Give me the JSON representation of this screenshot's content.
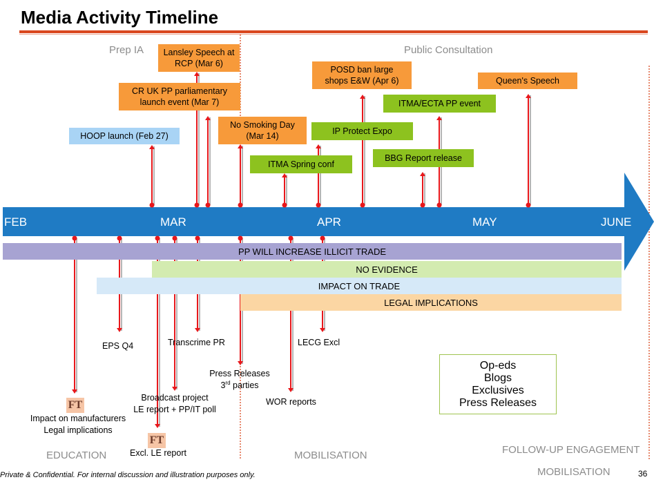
{
  "title": "Media Activity Timeline",
  "phases": {
    "prep_ia": "Prep IA",
    "public_consultation": "Public Consultation",
    "education": "EDUCATION",
    "mobilisation": "MOBILISATION",
    "follow_up": "FOLLOW-UP ENGAGEMENT",
    "mobilisation2": "MOBILISATION"
  },
  "months": [
    "FEB",
    "MAR",
    "APR",
    "MAY",
    "JUNE"
  ],
  "events_above": [
    {
      "label": "HOOP launch (Feb 27)",
      "color": "#a9d4f5"
    },
    {
      "label": "CR UK PP parliamentary launch event (Mar 7)",
      "color": "#f79a3a"
    },
    {
      "label": "Lansley Speech at RCP (Mar 6)",
      "color": "#f79a3a"
    },
    {
      "label": "No Smoking Day (Mar 14)",
      "color": "#f79a3a"
    },
    {
      "label": "ITMA Spring conf",
      "color": "#8dc21f"
    },
    {
      "label": "IP Protect Expo",
      "color": "#8dc21f"
    },
    {
      "label": "POSD ban large shops E&W (Apr 6)",
      "color": "#f79a3a"
    },
    {
      "label": "BBG Report release",
      "color": "#8dc21f"
    },
    {
      "label": "ITMA/ECTA PP event",
      "color": "#8dc21f"
    },
    {
      "label": "Queen's Speech",
      "color": "#f79a3a"
    }
  ],
  "bands": [
    {
      "label": "PP WILL INCREASE ILLICIT TRADE",
      "color": "#a7a3d2"
    },
    {
      "label": "NO EVIDENCE",
      "color": "#d3ebb0"
    },
    {
      "label": "IMPACT ON TRADE",
      "color": "#d6e9f8"
    },
    {
      "label": "LEGAL IMPLICATIONS",
      "color": "#fbd6a3"
    }
  ],
  "events_below": {
    "eps": "EPS Q4",
    "transcrime": "Transcrime PR",
    "press_releases": "Press Releases",
    "third_parties_num": "3",
    "third_parties_sup": "rd",
    "third_parties_rest": " parties",
    "broadcast": "Broadcast project",
    "le_report": "LE report + PP/IT poll",
    "wor": "WOR reports",
    "lecg": "LECG Excl",
    "impact": "Impact on manufacturers",
    "legal": "Legal implications",
    "excl_le": "Excl. LE report",
    "ft": "FT"
  },
  "opeds": [
    "Op-eds",
    "Blogs",
    "Exclusives",
    "Press Releases"
  ],
  "footer": "Private & Confidential. For internal discussion and illustration purposes only.",
  "page_number": "36",
  "colors": {
    "timeline": "#1f7bc4",
    "arrow": "#e8171b",
    "accent": "#d9471e"
  }
}
